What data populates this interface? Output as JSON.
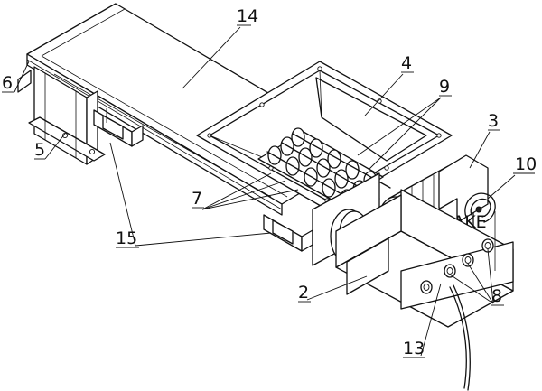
{
  "callouts": {
    "c2": "2",
    "c3": "3",
    "c4": "4",
    "c5": "5",
    "c6": "6",
    "c7": "7",
    "c8": "8",
    "c9": "9",
    "c10": "10",
    "c13": "13",
    "c14": "14",
    "c15": "15"
  },
  "motor_plate": "TIAKE"
}
